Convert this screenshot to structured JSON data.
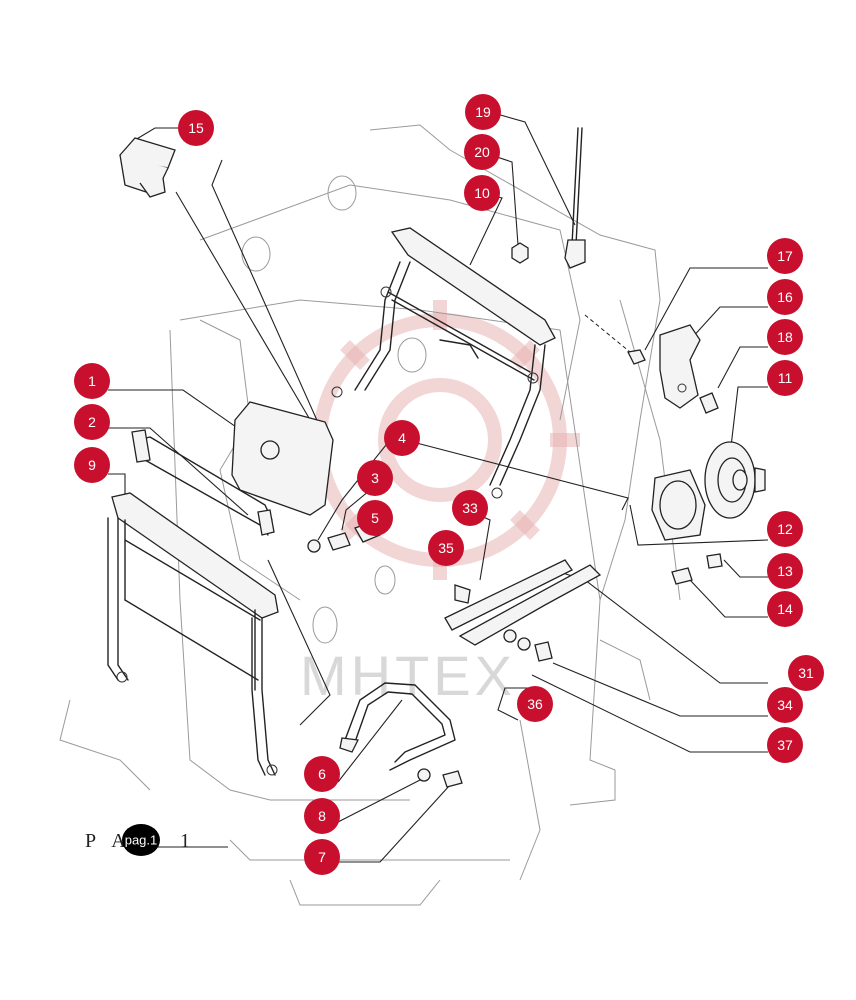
{
  "watermark": "МНТЕХ",
  "page_ref": {
    "letters": "P A",
    "link_label": "pag.1",
    "number": "1"
  },
  "callouts": [
    {
      "id": "c15",
      "label": "15"
    },
    {
      "id": "c19",
      "label": "19"
    },
    {
      "id": "c20",
      "label": "20"
    },
    {
      "id": "c10",
      "label": "10"
    },
    {
      "id": "c17",
      "label": "17"
    },
    {
      "id": "c16",
      "label": "16"
    },
    {
      "id": "c18",
      "label": "18"
    },
    {
      "id": "c11",
      "label": "11"
    },
    {
      "id": "c1",
      "label": "1"
    },
    {
      "id": "c2",
      "label": "2"
    },
    {
      "id": "c9",
      "label": "9"
    },
    {
      "id": "c4",
      "label": "4"
    },
    {
      "id": "c3",
      "label": "3"
    },
    {
      "id": "c5",
      "label": "5"
    },
    {
      "id": "c33",
      "label": "33"
    },
    {
      "id": "c35",
      "label": "35"
    },
    {
      "id": "c12",
      "label": "12"
    },
    {
      "id": "c13",
      "label": "13"
    },
    {
      "id": "c14",
      "label": "14"
    },
    {
      "id": "c31",
      "label": "31"
    },
    {
      "id": "c34",
      "label": "34"
    },
    {
      "id": "c36",
      "label": "36"
    },
    {
      "id": "c37",
      "label": "37"
    },
    {
      "id": "c6",
      "label": "6"
    },
    {
      "id": "c8",
      "label": "8"
    },
    {
      "id": "c7",
      "label": "7"
    }
  ],
  "colors": {
    "badge": "#c8102e",
    "line": "#222222",
    "watermark": "#e8b3b3"
  }
}
